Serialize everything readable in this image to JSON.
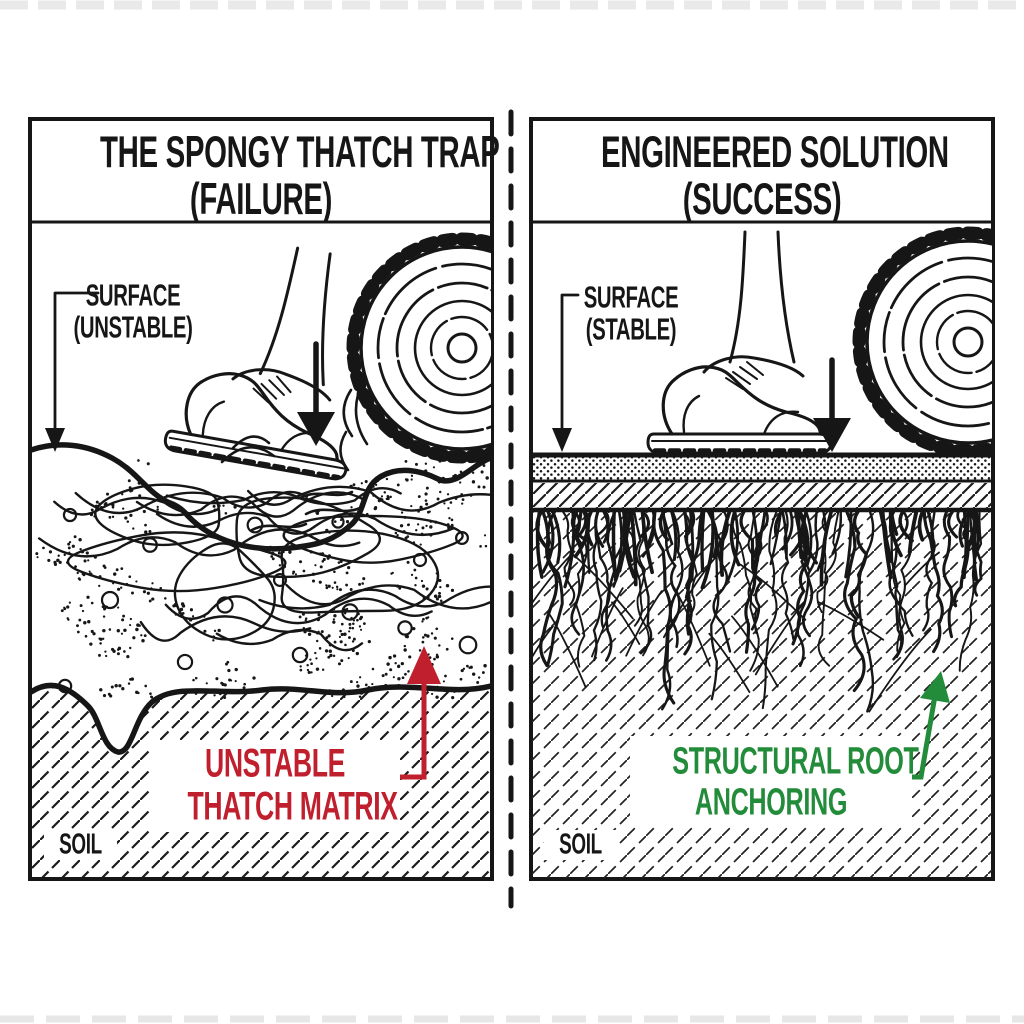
{
  "diagram": {
    "type": "side-by-side-comparison",
    "divider": "vertical-dashed-line",
    "colors": {
      "ink": "#161616",
      "paper": "#ffffff",
      "failure_red": "#c01f2e",
      "success_green": "#238c3a"
    }
  },
  "left_panel": {
    "title_line1": "THE SPONGY THATCH TRAP",
    "title_line2": "(FAILURE)",
    "surface_label": {
      "line1": "SURFACE",
      "line2": "(UNSTABLE)"
    },
    "callout": {
      "line1": "UNSTABLE",
      "line2": "THATCH MATRIX",
      "color": "#c01f2e"
    },
    "soil_label": "SOIL",
    "figures": [
      "boot-sinking-icon",
      "tire-sinking-icon",
      "down-force-arrow",
      "surface-pointer-arrow",
      "thatch-matrix-arrow",
      "spongy-thatch-tangle",
      "hatched-soil"
    ]
  },
  "right_panel": {
    "title_line1": "ENGINEERED SOLUTION",
    "title_line2": "(SUCCESS)",
    "surface_label": {
      "line1": "SURFACE",
      "line2": "(STABLE)"
    },
    "callout": {
      "line1": "STRUCTURAL ROOT",
      "line2": "ANCHORING",
      "color": "#238c3a"
    },
    "soil_label": "SOIL",
    "figures": [
      "boot-standing-icon",
      "tire-standing-icon",
      "down-force-arrow",
      "surface-pointer-arrow",
      "root-anchoring-arrow",
      "turf-layer",
      "root-zone",
      "hatched-soil"
    ]
  }
}
